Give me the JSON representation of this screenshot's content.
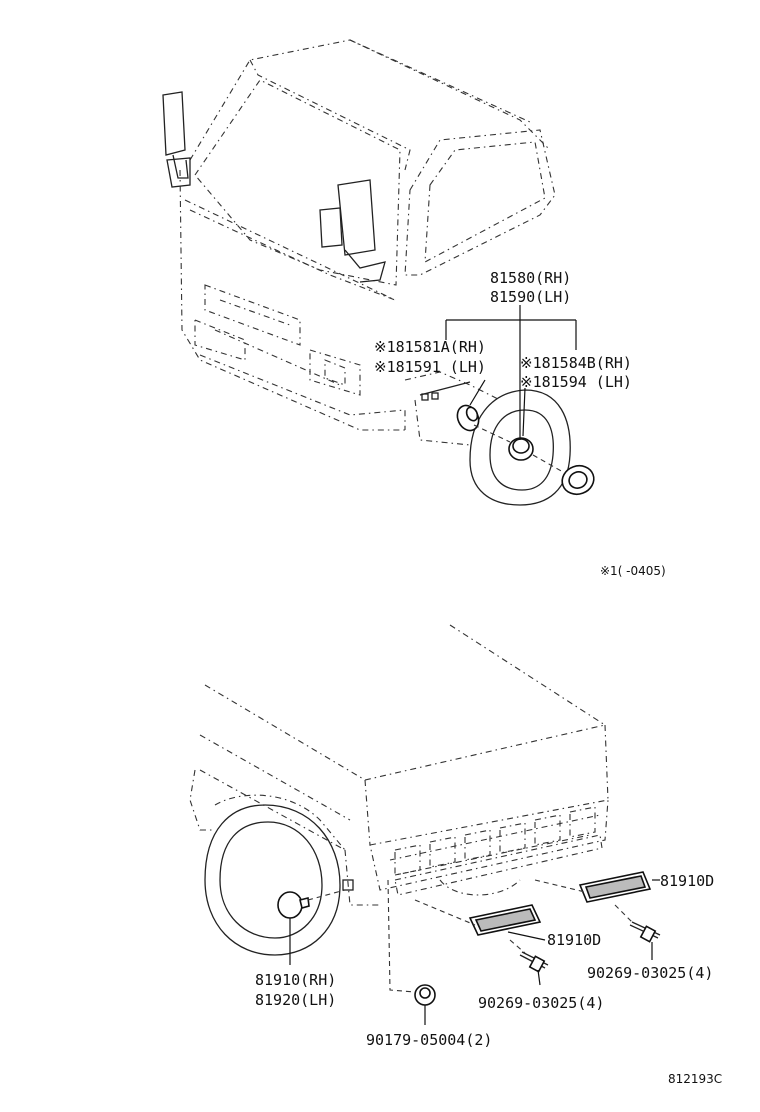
{
  "upper_view": {
    "callout_assembly": {
      "line1": "81580(RH)",
      "line2": "81590(LH)"
    },
    "callout_left": {
      "line1": "※181581A(RH)",
      "line2": "※181591  (LH)"
    },
    "callout_right": {
      "line1": "※181584B(RH)",
      "line2": "※181594  (LH)"
    },
    "footnote": "※1(      -0405)"
  },
  "lower_view": {
    "side_marker": {
      "line1": "81910(RH)",
      "line2": "81920(LH)"
    },
    "reflector_upper": "81910D",
    "reflector_lower": "81910D",
    "screw_right": "90269-03025(4)",
    "screw_left": "90269-03025(4)",
    "clip": "90179-05004(2)"
  },
  "diagram_code": "812193C"
}
